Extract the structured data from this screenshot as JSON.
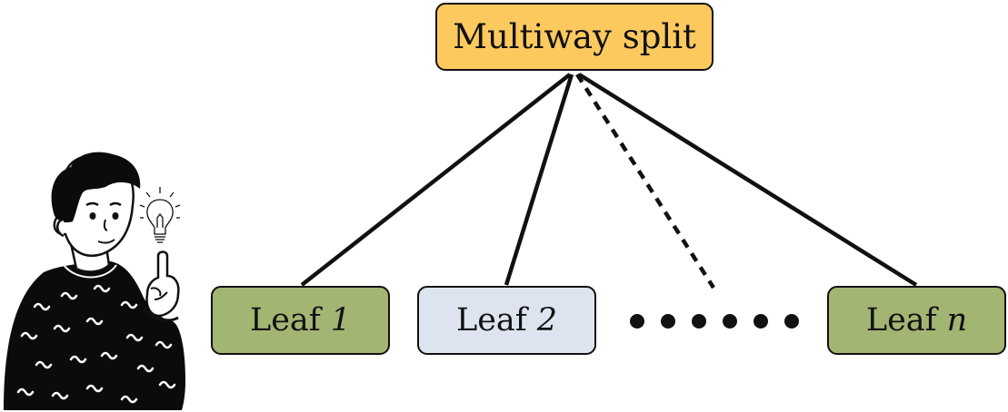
{
  "colors": {
    "root_fill": "#fcc95e",
    "leaf_green": "#a3b572",
    "leaf_blue": "#dde4ef",
    "line": "#111111"
  },
  "root": {
    "label": "Multiway split"
  },
  "leaves": [
    {
      "word": "Leaf",
      "index": "1",
      "fill": "leaf_green"
    },
    {
      "word": "Leaf",
      "index": "2",
      "fill": "leaf_blue"
    },
    {
      "word": "Leaf",
      "index": "n",
      "fill": "leaf_green"
    }
  ],
  "ellipsis": {
    "dot_count": 6
  },
  "illustration": {
    "icon": "person-with-lightbulb-idea-icon"
  }
}
